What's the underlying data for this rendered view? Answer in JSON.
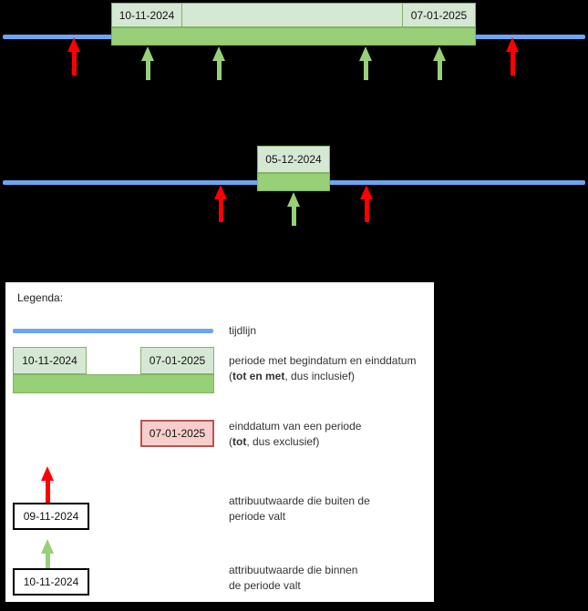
{
  "colors": {
    "background": "#000000",
    "timeline_blue": "#6CA6F2",
    "period_header_fill": "#D5E8D4",
    "period_band_fill": "#97D077",
    "period_stroke": "#82B366",
    "exclusive_fill": "#F8CECC",
    "exclusive_stroke": "#B85450",
    "marker_outside_red": "#FF0000",
    "marker_inside_green": "#97D077",
    "legend_bg": "#FFFFFF",
    "text": "#333333"
  },
  "diagram_top": {
    "period_start": "10-11-2024",
    "period_end": "07-01-2025",
    "markers": [
      "outside-red",
      "inside-green",
      "inside-green",
      "inside-green",
      "inside-green",
      "outside-red"
    ]
  },
  "diagram_middle": {
    "period_date": "05-12-2024",
    "markers": [
      "outside-red",
      "inside-green",
      "outside-red"
    ]
  },
  "legend": {
    "title": "Legenda:",
    "timeline_label": "tijdlijn",
    "period_item": {
      "start_date": "10-11-2024",
      "end_date": "07-01-2025",
      "line1": "periode met begindatum en einddatum",
      "line2_prefix": "(",
      "line2_bold": "tot en met",
      "line2_suffix": ", dus inclusief)"
    },
    "end_item": {
      "date": "07-01-2025",
      "line1": "einddatum van een periode",
      "line2_prefix": "(",
      "line2_bold": "tot",
      "line2_suffix": ", dus exclusief)"
    },
    "outside_item": {
      "date": "09-11-2024",
      "line1": "attribuutwaarde die buiten de",
      "line2": "periode valt"
    },
    "inside_item": {
      "date": "10-11-2024",
      "line1": "attribuutwaarde die binnen",
      "line2": "de periode valt"
    }
  }
}
